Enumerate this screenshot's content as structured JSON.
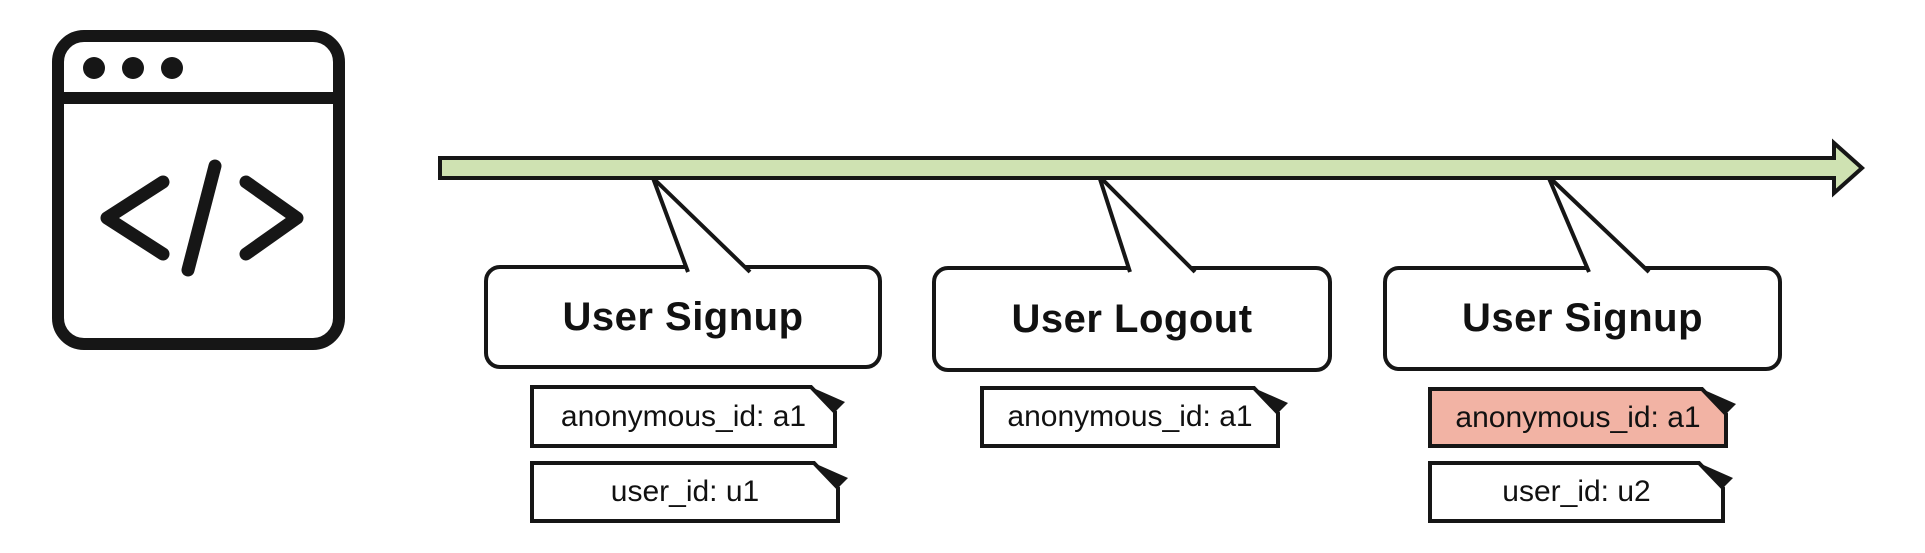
{
  "colors": {
    "timeline_green": "#cfe2b2",
    "highlight_red": "#f2b3a4",
    "ink": "#161616"
  },
  "icon": {
    "name": "code-browser-window-icon",
    "glyph": "</>"
  },
  "events": [
    {
      "title": "User Signup",
      "tags": [
        {
          "text": "anonymous_id: a1",
          "highlight": false
        },
        {
          "text": "user_id: u1",
          "highlight": false
        }
      ]
    },
    {
      "title": "User Logout",
      "tags": [
        {
          "text": "anonymous_id: a1",
          "highlight": false
        }
      ]
    },
    {
      "title": "User Signup",
      "tags": [
        {
          "text": "anonymous_id: a1",
          "highlight": true
        },
        {
          "text": "user_id: u2",
          "highlight": false
        }
      ]
    }
  ]
}
